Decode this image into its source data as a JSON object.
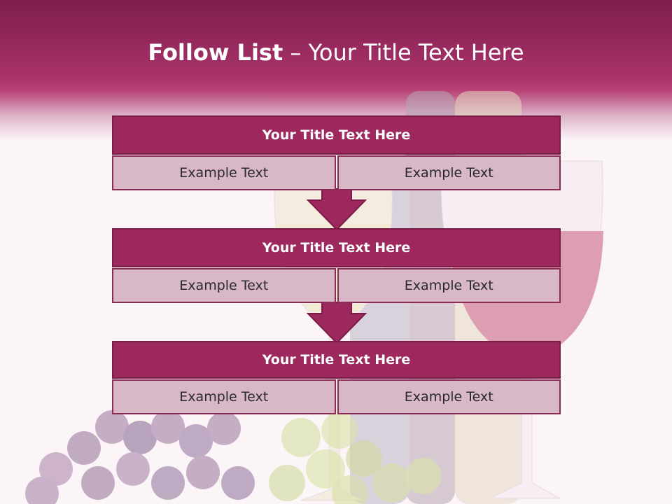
{
  "slide": {
    "title_bold": "Follow List",
    "title_rest": "– Your Title Text Here"
  },
  "steps": [
    {
      "title": "Your Title Text Here",
      "left": "Example Text",
      "right": "Example Text"
    },
    {
      "title": "Your Title Text Here",
      "left": "Example Text",
      "right": "Example Text"
    },
    {
      "title": "Your Title Text Here",
      "left": "Example Text",
      "right": "Example Text"
    }
  ],
  "colors": {
    "accent": "#9c285e",
    "cell": "#d8b8c6",
    "band": "#a8326a"
  }
}
